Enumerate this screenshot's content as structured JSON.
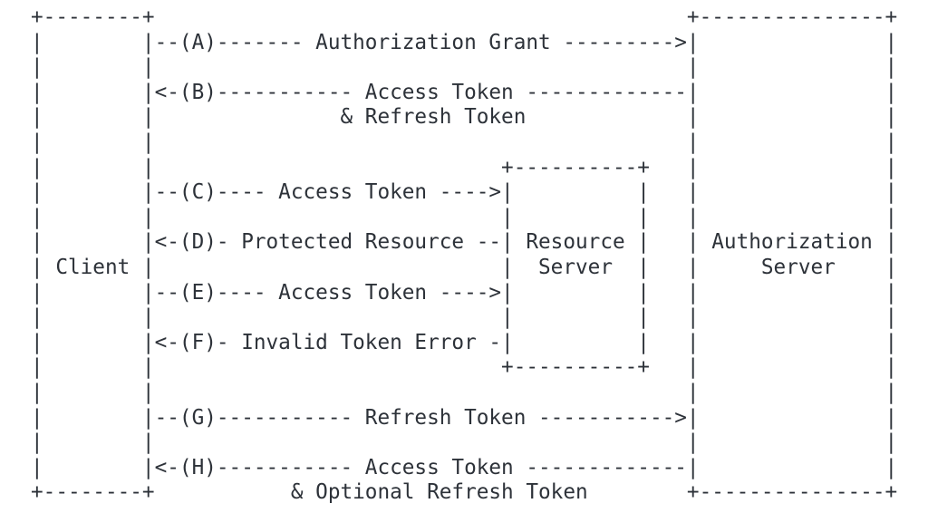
{
  "diagram": {
    "kind": "ascii-flow-diagram",
    "text_color": "#2d3239",
    "background_color": "#ffffff",
    "lines": [
      "+--------+                                           +---------------+",
      "|        |--(A)------- Authorization Grant --------->|               |",
      "|        |                                           |               |",
      "|        |<-(B)----------- Access Token -------------|               |",
      "|        |               & Refresh Token             |               |",
      "|        |                                           |               |",
      "|        |                            +----------+   |               |",
      "|        |--(C)---- Access Token ---->|          |   |               |",
      "|        |                            |          |   |               |",
      "|        |<-(D)- Protected Resource --| Resource |   | Authorization |",
      "| Client |                            |  Server  |   |     Server    |",
      "|        |--(E)---- Access Token ---->|          |   |               |",
      "|        |                            |          |   |               |",
      "|        |<-(F)- Invalid Token Error -|          |   |               |",
      "|        |                            +----------+   |               |",
      "|        |                                           |               |",
      "|        |--(G)----------- Refresh Token ----------->|               |",
      "|        |                                           |               |",
      "|        |<-(H)----------- Access Token -------------|               |",
      "+--------+           & Optional Refresh Token        +---------------+"
    ],
    "entities": [
      {
        "name": "Client"
      },
      {
        "name": "Resource Server"
      },
      {
        "name": "Authorization Server"
      }
    ],
    "flows": [
      {
        "step": "(A)",
        "label": "Authorization Grant",
        "from": "Client",
        "to": "Authorization Server"
      },
      {
        "step": "(B)",
        "label": "Access Token & Refresh Token",
        "from": "Authorization Server",
        "to": "Client"
      },
      {
        "step": "(C)",
        "label": "Access Token",
        "from": "Client",
        "to": "Resource Server"
      },
      {
        "step": "(D)",
        "label": "Protected Resource",
        "from": "Resource Server",
        "to": "Client"
      },
      {
        "step": "(E)",
        "label": "Access Token",
        "from": "Client",
        "to": "Resource Server"
      },
      {
        "step": "(F)",
        "label": "Invalid Token Error",
        "from": "Resource Server",
        "to": "Client"
      },
      {
        "step": "(G)",
        "label": "Refresh Token",
        "from": "Client",
        "to": "Authorization Server"
      },
      {
        "step": "(H)",
        "label": "Access Token & Optional Refresh Token",
        "from": "Authorization Server",
        "to": "Client"
      }
    ]
  }
}
